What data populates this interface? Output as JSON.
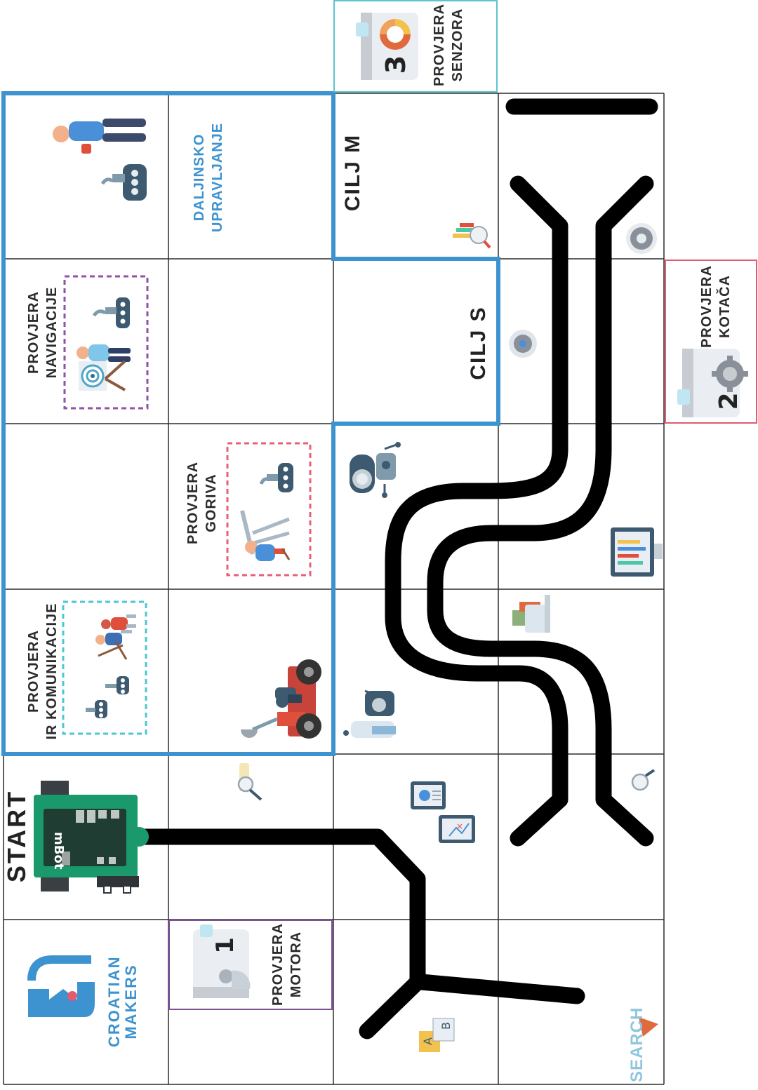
{
  "board": {
    "grid_line_color": "#2b2b2b",
    "zone_border_color": "#3d93cf",
    "track_color": "#000000",
    "accent_colors": {
      "senzora_box": "#5bc4d1",
      "kotaca_box": "#e05c6e",
      "motora_box": "#7e4f9a",
      "navigacija_box": "#8e52a6",
      "goriva_box": "#ea5f77",
      "komunikacija_box": "#4cc7d2"
    }
  },
  "labels": {
    "start": "START",
    "brand_line1": "CROATIAN",
    "brand_line2": "MAKERS",
    "daljinsko_line1": "DALJINSKO",
    "daljinsko_line2": "UPRAVLJANJE",
    "cilj_m": "CILJ M",
    "cilj_s": "CILJ S",
    "navigacija_line1": "PROVJERA",
    "navigacija_line2": "NAVIGACIJE",
    "goriva_line1": "PROVJERA",
    "goriva_line2": "GORIVA",
    "komunikacija_line1": "PROVJERA",
    "komunikacija_line2": "IR KOMUNIKACIJE",
    "senzora_line1": "PROVJERA",
    "senzora_line2": "SENZORA",
    "kotaca_line1": "PROVJERA",
    "kotaca_line2": "KOTAČA",
    "motora_line1": "PROVJERA",
    "motora_line2": "MOTORA",
    "mbot": "mBot",
    "search": "SEARCH",
    "card_1": "1",
    "card_2": "2",
    "card_3": "3",
    "doc_a": "A",
    "doc_b": "B"
  },
  "icons": [
    "croatian-makers-logo",
    "mbot-robot",
    "engineer-with-robot-icon",
    "navigation-check-icon",
    "fuel-check-icon",
    "ir-communication-icon",
    "rover-builder-icon",
    "sensor-card-icon",
    "wheel-card-icon",
    "motor-card-icon",
    "gear-search-icon",
    "chart-search-icon",
    "monitor-chart-icon",
    "robot-arm-icon",
    "documents-icon",
    "search-magnifier-icon",
    "clipboard-icon",
    "search-arrow-icon"
  ]
}
